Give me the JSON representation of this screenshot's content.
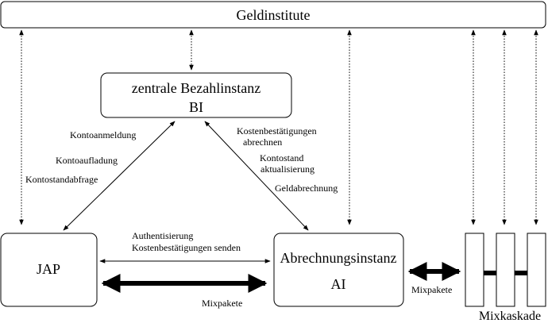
{
  "nodes": {
    "geldinstitute": "Geldinstitute",
    "bi_line1": "zentrale Bezahlinstanz",
    "bi_line2": "BI",
    "jap": "JAP",
    "ai_line1": "Abrechnungsinstanz",
    "ai_line2": "AI",
    "mixkaskade": "Mixkaskade"
  },
  "edges": {
    "jap_bi": [
      "Kontoanmeldung",
      "Kontoaufladung",
      "Kontostandabfrage"
    ],
    "ai_bi": [
      "Kostenbestätigungen",
      "abrechnen",
      "Kontostand",
      "aktualisierung",
      "Geldabrechnung"
    ],
    "jap_ai_thin": [
      "Authentisierung",
      "Kostenbestätigungen senden"
    ],
    "jap_ai_thick": "Mixpakete",
    "ai_mix": "Mixpakete"
  }
}
